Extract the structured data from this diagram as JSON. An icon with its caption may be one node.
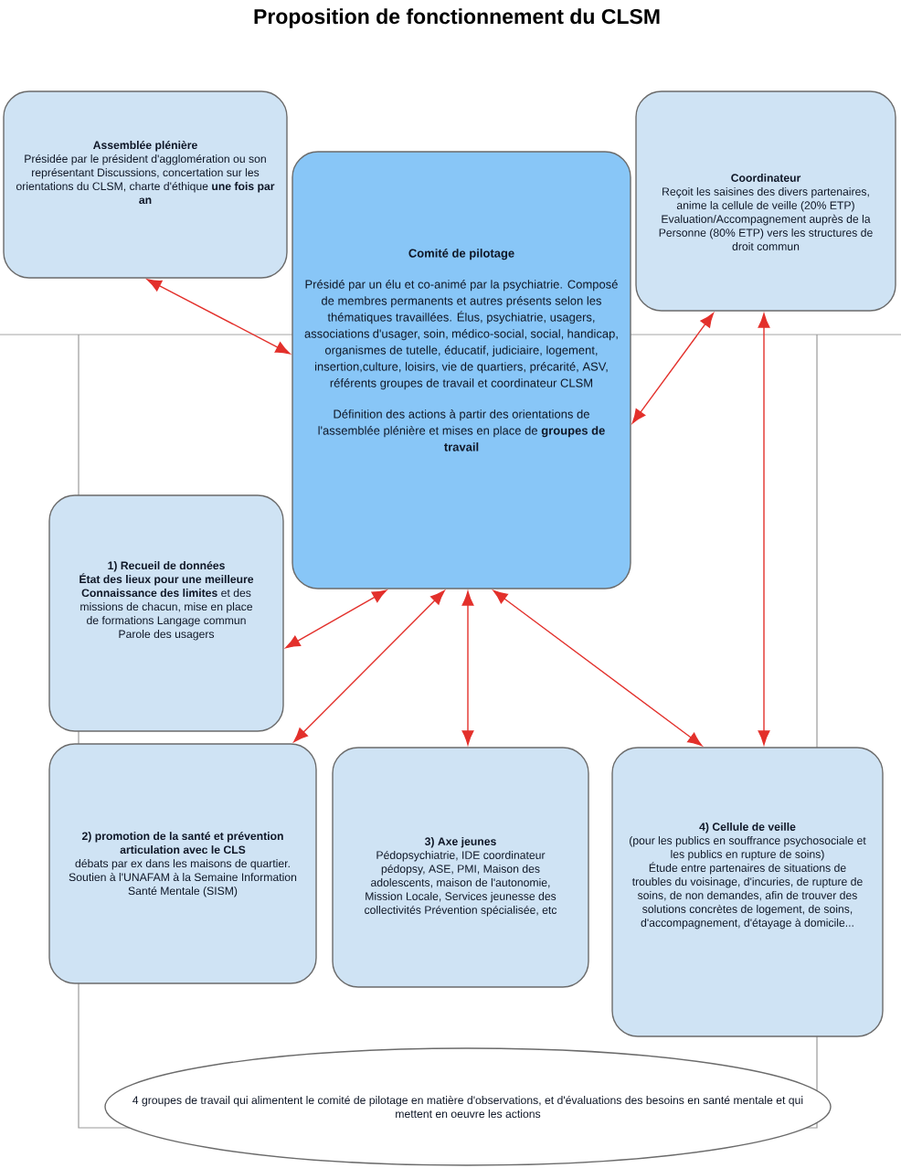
{
  "diagram": {
    "title": "Proposition de fonctionnement du CLSM",
    "nodes": [
      {
        "text": [
          "Assemblée plénière",
          "Présidée par le président d'agglomération ou son représentant Discussions, concertation sur les orientations du CLSM, charte d'éthique **une fois par an**"
        ]
      },
      {
        "text": [
          "Comité de pilotage",
          "Présidé par un élu et co-animé par la psychiatrie. Composé de membres permanents et autres présents selon les thématiques travaillées. Élus, psychiatrie, usagers, associations d'usager, soin, médico-social, social, handicap, organismes de tutelle, éducatif, judiciaire, logement, insertion,culture, loisirs, vie de quartiers, précarité, ASV, référents groupes de travail et coordinateur CLSM",
          "Définition des actions à partir des orientations de l'assemblée plénière et mises en place de **groupes de travail**"
        ]
      },
      {
        "text": [
          "Coordinateur",
          "Reçoit les saisines des divers partenaires, anime la cellule de veille (20% ETP) Evaluation/Accompagnement auprès de la Personne (80% ETP) vers les structures de droit commun"
        ]
      },
      {
        "text": [
          "1) Recueil de données",
          "**État des lieux pour une meilleure Connaissance des limites** et des missions de chacun, mise en place de formations Langage commun Parole des usagers"
        ]
      },
      {
        "text": [
          "2) promotion de la santé et prévention articulation avec le CLS",
          "débats par ex dans les maisons de quartier. Soutien à l'UNAFAM à la Semaine Information Santé Mentale (SISM)"
        ]
      },
      {
        "text": [
          "3) Axe jeunes",
          "Pédopsychiatrie, IDE coordinateur pédopsy, ASE, PMI, Maison des adolescents, maison de l'autonomie, Mission Locale, Services jeunesse des collectivités Prévention spécialisée, etc"
        ]
      },
      {
        "text": [
          "4) Cellule de veille",
          "(pour les publics en souffrance psychosociale et les publics en rupture de soins)",
          "Étude entre partenaires de situations de troubles du voisinage, d'incuries, de rupture de soins, de non demandes, afin de trouver des solutions concrètes de logement, de soins, d'accompagnement, d'étayage à domicile..."
        ]
      },
      {
        "text": [
          "4 groupes de travail qui alimentent le comité de pilotage en matière d'observations, et d'évaluations des besoins en santé mentale et qui mettent en oeuvre les actions"
        ]
      }
    ],
    "edges": [
      {
        "from": 0,
        "to": 1,
        "arrow": "both"
      },
      {
        "from": 2,
        "to": 1,
        "arrow": "both"
      },
      {
        "from": 2,
        "to": 6,
        "arrow": "both"
      },
      {
        "from": 1,
        "to": 3,
        "arrow": "both"
      },
      {
        "from": 1,
        "to": 4,
        "arrow": "both"
      },
      {
        "from": 1,
        "to": 5,
        "arrow": "both"
      },
      {
        "from": 1,
        "to": 6,
        "arrow": "both"
      }
    ]
  }
}
